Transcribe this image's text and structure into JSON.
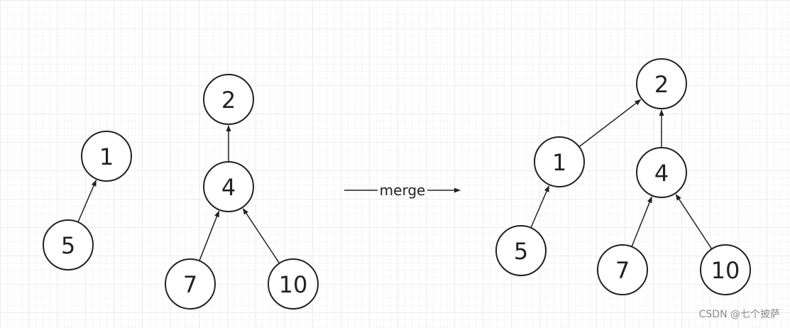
{
  "diagram": {
    "before_left_tree": {
      "nodes": [
        {
          "id": "1",
          "label": "1"
        },
        {
          "id": "5",
          "label": "5"
        }
      ],
      "edges": [
        {
          "from": "5",
          "to": "1"
        }
      ]
    },
    "before_right_tree": {
      "nodes": [
        {
          "id": "2",
          "label": "2"
        },
        {
          "id": "4",
          "label": "4"
        },
        {
          "id": "7",
          "label": "7"
        },
        {
          "id": "10",
          "label": "10"
        }
      ],
      "edges": [
        {
          "from": "4",
          "to": "2"
        },
        {
          "from": "7",
          "to": "4"
        },
        {
          "from": "10",
          "to": "4"
        }
      ]
    },
    "operation": {
      "label": "merge"
    },
    "after_tree": {
      "nodes": [
        {
          "id": "2",
          "label": "2"
        },
        {
          "id": "1",
          "label": "1"
        },
        {
          "id": "4",
          "label": "4"
        },
        {
          "id": "5",
          "label": "5"
        },
        {
          "id": "7",
          "label": "7"
        },
        {
          "id": "10",
          "label": "10"
        }
      ],
      "edges": [
        {
          "from": "1",
          "to": "2"
        },
        {
          "from": "4",
          "to": "2"
        },
        {
          "from": "5",
          "to": "1"
        },
        {
          "from": "7",
          "to": "4"
        },
        {
          "from": "10",
          "to": "4"
        }
      ]
    }
  },
  "watermark": {
    "text": "CSDN @七个披萨"
  },
  "colors": {
    "stroke": "#222222",
    "background": "#ffffff",
    "watermark": "#8a8a8a"
  }
}
